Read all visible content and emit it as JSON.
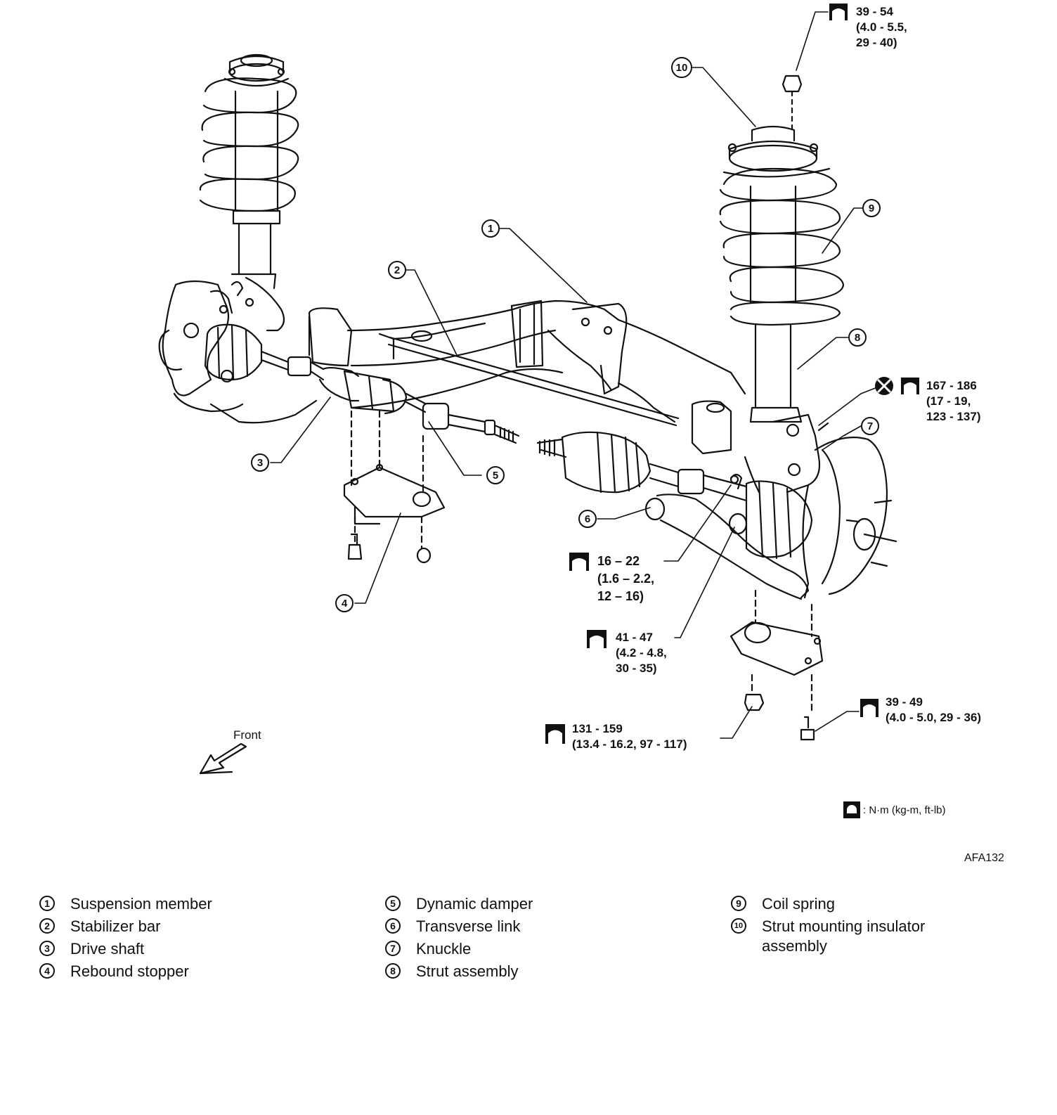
{
  "torque_specs": [
    {
      "id": "t1",
      "lines": [
        "39 - 54",
        "(4.0 - 5.5,",
        "29 - 40)"
      ]
    },
    {
      "id": "t2",
      "lines": [
        "167 - 186",
        "(17 - 19,",
        "123 - 137)"
      ]
    },
    {
      "id": "t3",
      "lines": [
        "16 – 22",
        "(1.6 – 2.2,",
        "12 – 16)"
      ]
    },
    {
      "id": "t4",
      "lines": [
        "41 - 47",
        "(4.2 - 4.8,",
        "30 - 35)"
      ]
    },
    {
      "id": "t5",
      "lines": [
        "39 - 49",
        "(4.0 - 5.0, 29 - 36)"
      ]
    },
    {
      "id": "t6",
      "lines": [
        "131 - 159",
        "(13.4 - 16.2, 97 - 117)"
      ]
    }
  ],
  "callouts": [
    "1",
    "2",
    "3",
    "4",
    "5",
    "6",
    "7",
    "8",
    "9",
    "10"
  ],
  "unit_note": ": N·m (kg-m, ft-lb)",
  "ref_code": "AFA132",
  "front_label": "Front",
  "legend": [
    {
      "num": "1",
      "text": "Suspension member"
    },
    {
      "num": "2",
      "text": "Stabilizer bar"
    },
    {
      "num": "3",
      "text": "Drive shaft"
    },
    {
      "num": "4",
      "text": "Rebound stopper"
    },
    {
      "num": "5",
      "text": "Dynamic damper"
    },
    {
      "num": "6",
      "text": "Transverse link"
    },
    {
      "num": "7",
      "text": "Knuckle"
    },
    {
      "num": "8",
      "text": "Strut assembly"
    },
    {
      "num": "9",
      "text": "Coil spring"
    },
    {
      "num": "10",
      "text": "Strut mounting insulator assembly"
    }
  ]
}
